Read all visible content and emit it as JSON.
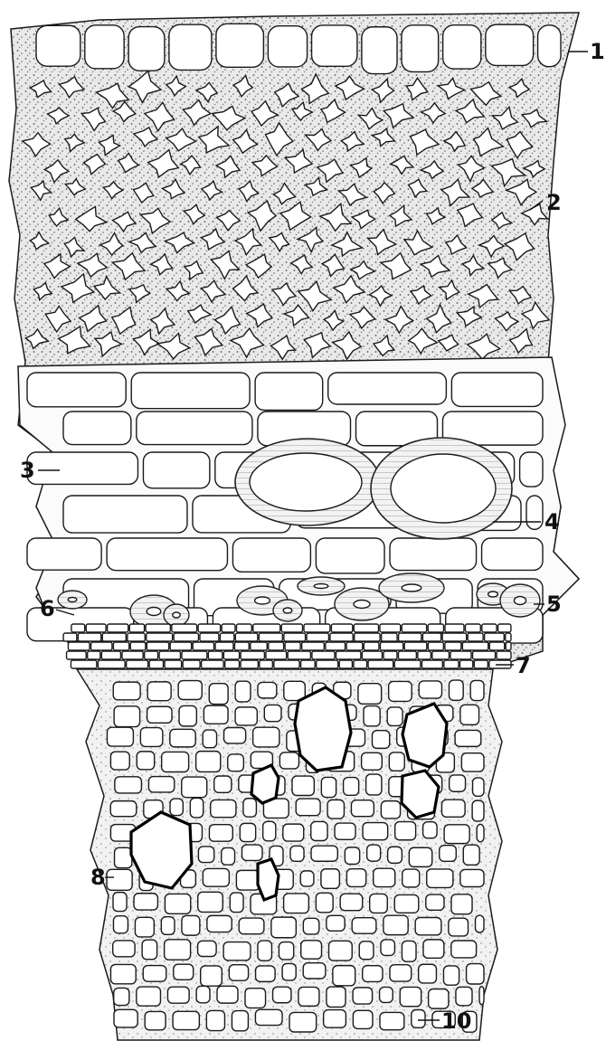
{
  "figure": {
    "labels": [
      "1",
      "2",
      "3",
      "4",
      "5",
      "6",
      "7",
      "8",
      "10"
    ]
  }
}
